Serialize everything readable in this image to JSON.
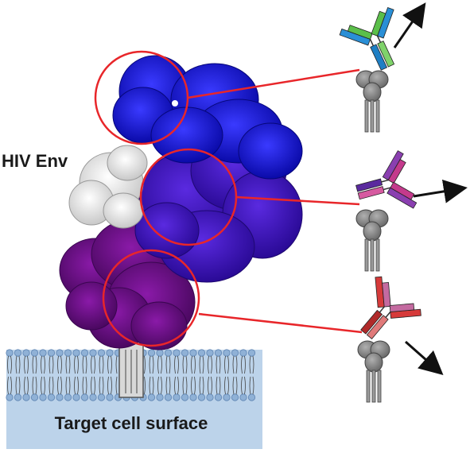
{
  "labels": {
    "hiv_env": "HIV Env",
    "target_cell_surface": "Target cell surface"
  },
  "colors": {
    "membrane_fill": "#bcd3ea",
    "lipid_head": "#8fb1d6",
    "highlight_circle": "#e8262a",
    "connector": "#e8262a",
    "arrow": "#111111",
    "env_apex": "#1414e6",
    "env_mid": "#4a10c0",
    "env_base": "#6e0e8e",
    "gp120_white": "#f2f2f2",
    "receptor_gray": "#8a8a8a"
  },
  "antibodies": [
    {
      "name": "antibody-top",
      "chain_colors": [
        "#2a8fd6",
        "#5bbf4a",
        "#1e7fc4",
        "#7fd36a"
      ]
    },
    {
      "name": "antibody-middle",
      "chain_colors": [
        "#8a3fb0",
        "#c43a8c",
        "#5a2a9e",
        "#d65aa0"
      ]
    },
    {
      "name": "antibody-bottom",
      "chain_colors": [
        "#d63a3a",
        "#c46aa0",
        "#b02a2a",
        "#e07a7a"
      ]
    }
  ]
}
